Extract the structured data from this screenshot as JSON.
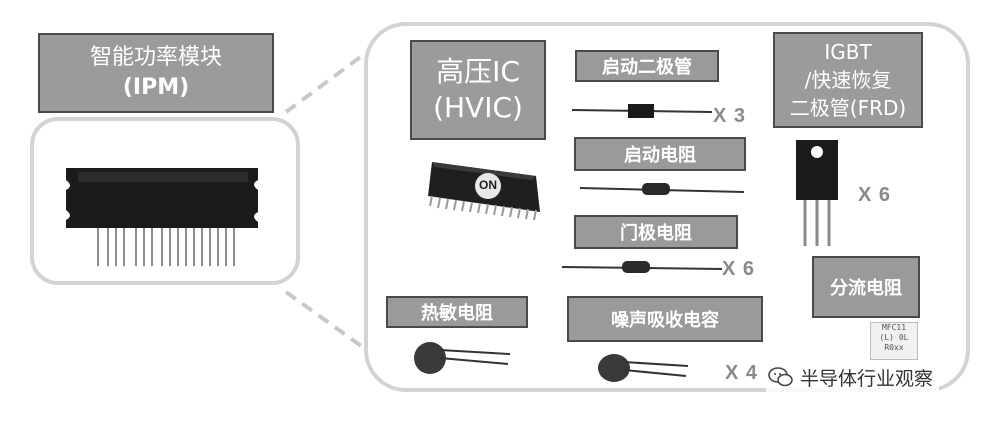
{
  "ipm_title": [
    "智能功率模块",
    "(IPM)"
  ],
  "hvic_label": [
    "高压IC",
    "(HVIC)"
  ],
  "hvic_chip_logo": "ON",
  "labels": {
    "boot_diode": "启动二极管",
    "boot_resistor": "启动电阻",
    "gate_resistor": "门极电阻",
    "igbt_frd": [
      "IGBT",
      "/快速恢复",
      "二极管(FRD)"
    ],
    "shunt_resistor": "分流电阻",
    "thermistor": "热敏电阻",
    "snubber_cap": "噪声吸收电容"
  },
  "quantities": {
    "boot_diode": "X 3",
    "gate_resistor": "X 6",
    "igbt": "X 6",
    "snubber_cap": "X 4"
  },
  "shunt_resistor_marking": [
    "MFC11",
    "(L) 0L",
    "R0xx"
  ],
  "watermark": "半导体行业观察",
  "colors": {
    "label_fill": "#9a9a9a",
    "outline": "#d3d3d3",
    "component_dark": "#1b1b1b"
  }
}
